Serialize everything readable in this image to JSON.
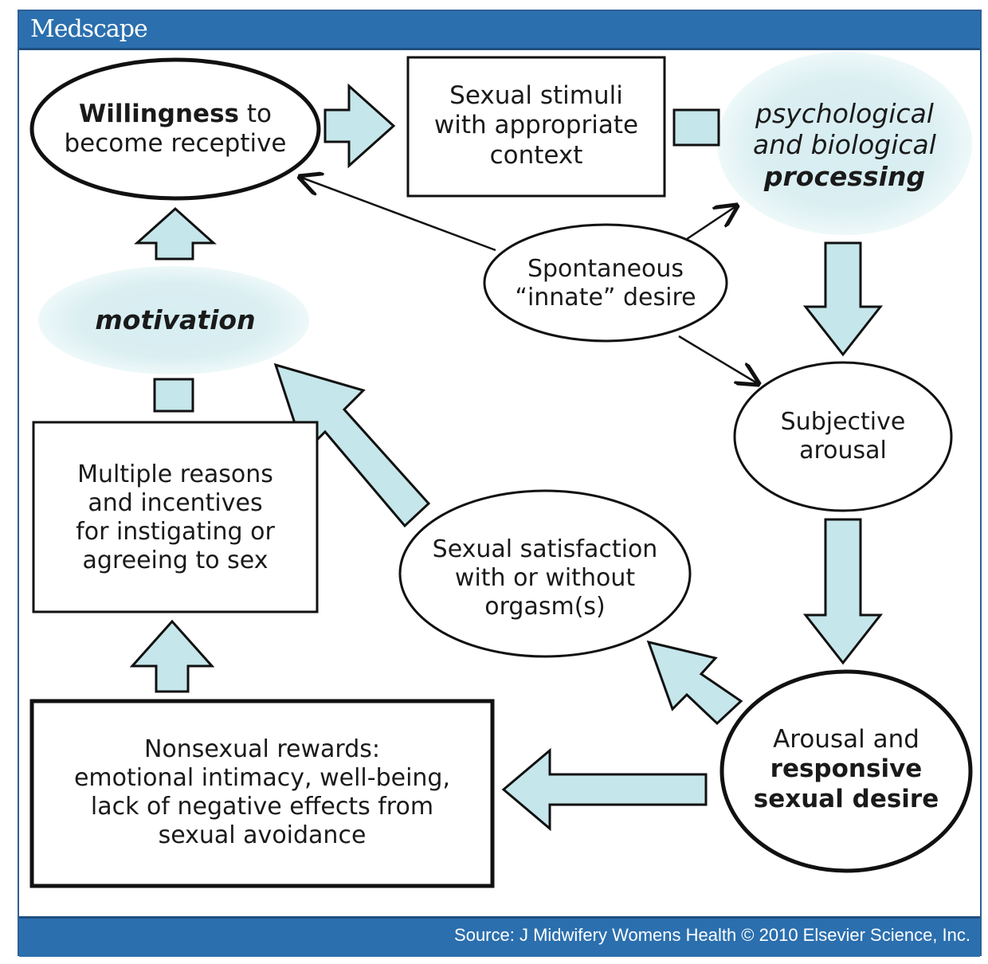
{
  "header": {
    "brand": "Medscape"
  },
  "footer": {
    "source": "Source: J Midwifery Womens Health © 2010 Elsevier Science, Inc."
  },
  "nodes": {
    "willingness": {
      "line1_bold": "Willingness",
      "line1_rest": " to",
      "line2": "become receptive"
    },
    "stimuli": {
      "line1": "Sexual stimuli",
      "line2": "with appropriate",
      "line3": "context"
    },
    "processing": {
      "line1": "psychological",
      "line2": "and biological",
      "line3": "processing"
    },
    "spontaneous": {
      "line1": "Spontaneous",
      "line2": "“innate” desire"
    },
    "subjective": {
      "line1": "Subjective",
      "line2": "arousal"
    },
    "motivation": {
      "label": "motivation"
    },
    "reasons": {
      "line1": "Multiple reasons",
      "line2": "and incentives",
      "line3": "for instigating or",
      "line4": "agreeing to sex"
    },
    "satisfaction": {
      "line1": "Sexual satisfaction",
      "line2": "with or without",
      "line3": "orgasm(s)"
    },
    "arousal_desire": {
      "line1": "Arousal and",
      "line2": "responsive",
      "line3": "sexual desire"
    },
    "nonsexual": {
      "line1": "Nonsexual rewards:",
      "line2": "emotional intimacy, well-being,",
      "line3": "lack of negative effects from",
      "line4": "sexual avoidance"
    }
  },
  "colors": {
    "arrow_fill": "#c5e6ea",
    "glow": "#dbeff2",
    "bar": "#2b6fae"
  }
}
